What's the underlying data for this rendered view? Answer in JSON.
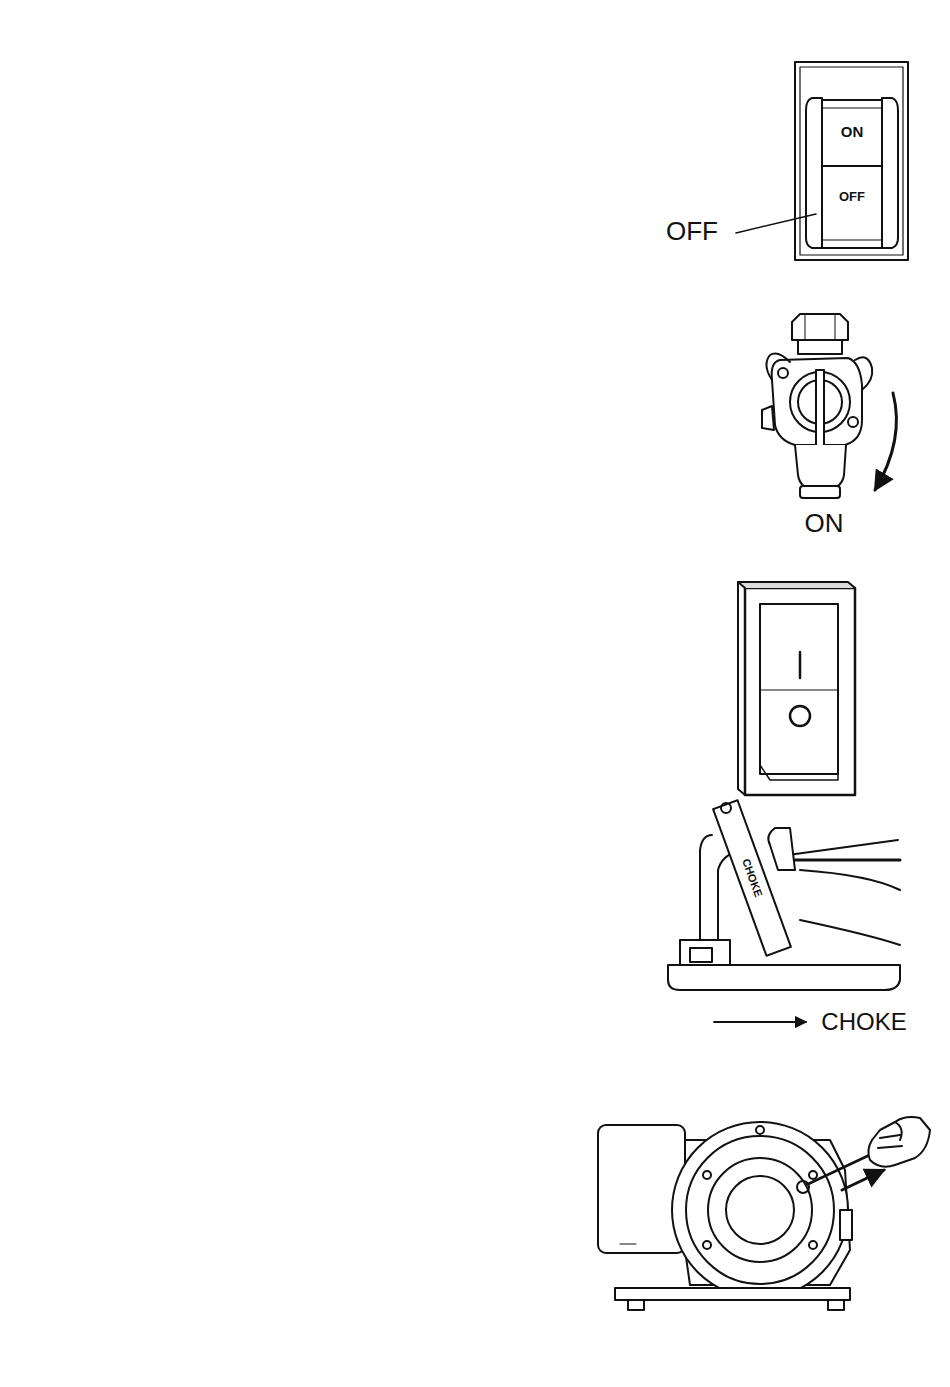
{
  "diagram": {
    "labels": [
      "ON",
      "OFF",
      "OFF",
      "ON",
      "CHOKE",
      "CHOKE"
    ]
  }
}
